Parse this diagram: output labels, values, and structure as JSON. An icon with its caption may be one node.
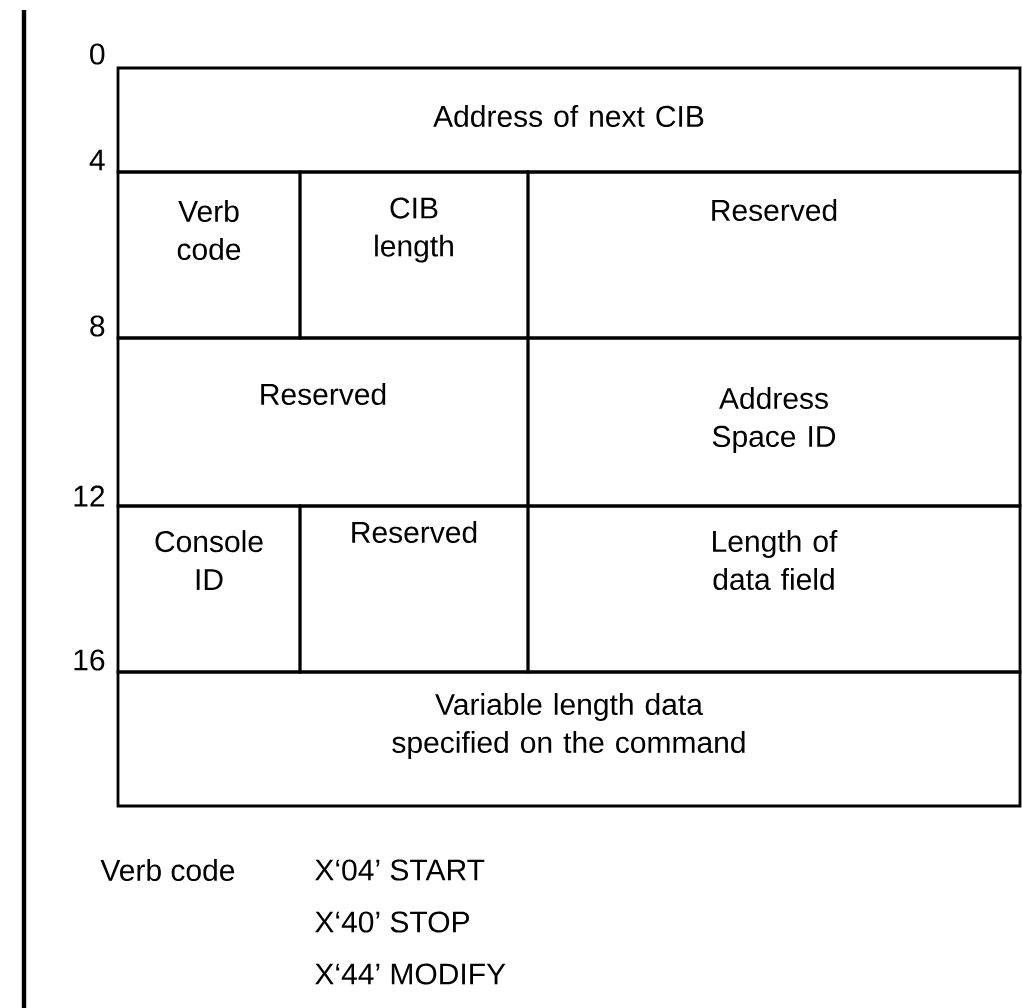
{
  "diagram": {
    "nodes": [
      {
        "text": [
          "Address of next CIB"
        ]
      },
      {
        "text": [
          "Verb code"
        ]
      },
      {
        "text": [
          "CIB length"
        ]
      },
      {
        "text": [
          "Reserved"
        ]
      },
      {
        "text": [
          "Reserved"
        ]
      },
      {
        "text": [
          "Address Space ID"
        ]
      },
      {
        "text": [
          "Console ID"
        ]
      },
      {
        "text": [
          "Reserved"
        ]
      },
      {
        "text": [
          "Length of data field"
        ]
      },
      {
        "text": [
          "Variable length data specified on the command"
        ]
      }
    ],
    "labels": [
      "0",
      "4",
      "8",
      "12",
      "16",
      "Verb code",
      "X‘04’ START",
      "X‘40’ STOP",
      "X‘44’ MODIFY"
    ]
  }
}
